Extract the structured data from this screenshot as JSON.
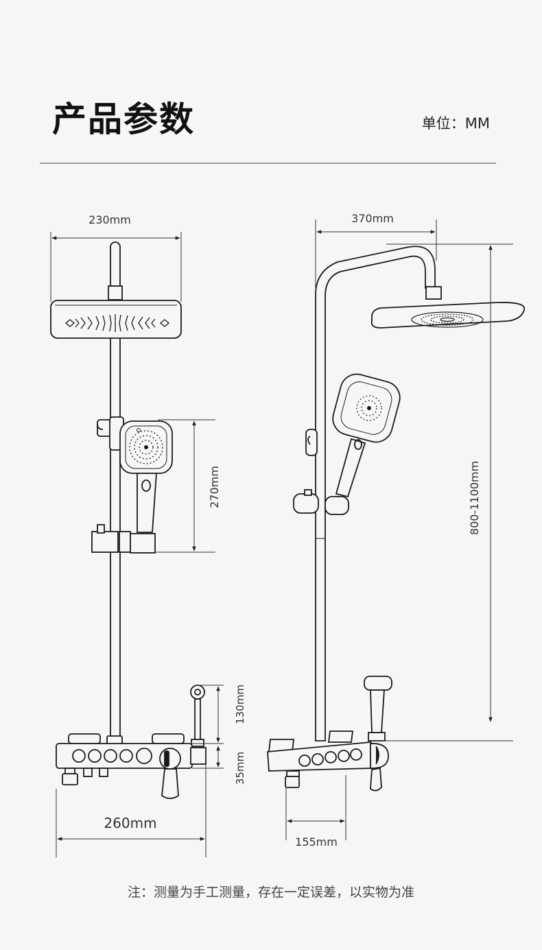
{
  "header": {
    "title": "产品参数",
    "unit": "单位：MM"
  },
  "dimensions": {
    "front_head_width": "230mm",
    "side_arm_reach": "370mm",
    "handheld_height": "270mm",
    "column_height": "800-1100mm",
    "sprayer_height": "130mm",
    "mixer_height": "35mm",
    "mixer_width": "260mm",
    "mixer_depth": "155mm"
  },
  "footer": {
    "note": "注：测量为手工测量，存在一定误差，以实物为准"
  }
}
